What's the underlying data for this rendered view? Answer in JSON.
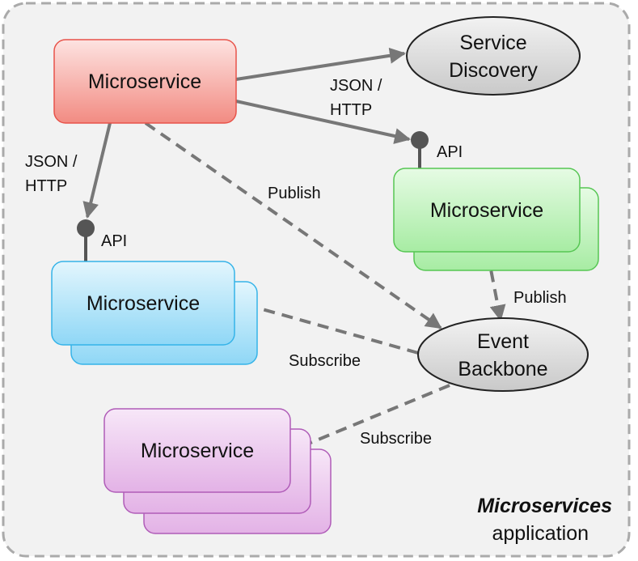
{
  "colors": {
    "red_fill_top": "#fde3e1",
    "red_fill_bottom": "#f28b82",
    "red_stroke": "#e8534a",
    "green_fill_top": "#e6fbe4",
    "green_fill_bottom": "#a7eca3",
    "green_stroke": "#56c653",
    "blue_fill_top": "#e3f6fd",
    "blue_fill_bottom": "#8fd7f6",
    "blue_stroke": "#35b3e8",
    "purple_fill_top": "#f7e7f8",
    "purple_fill_bottom": "#e3b2e6",
    "purple_stroke": "#b05cb8",
    "ellipse_fill": "#d9d9d9",
    "ellipse_stroke": "#222222",
    "arrow": "#777777",
    "api_dot": "#555555",
    "border": "#aaaaaa",
    "background": "#f2f2f2"
  },
  "nodes": {
    "microservice_main": {
      "label": "Microservice"
    },
    "microservice_green": {
      "label": "Microservice"
    },
    "microservice_blue": {
      "label": "Microservice"
    },
    "microservice_purple": {
      "label": "Microservice"
    },
    "service_discovery": {
      "line1": "Service",
      "line2": "Discovery"
    },
    "event_backbone": {
      "line1": "Event",
      "line2": "Backbone"
    }
  },
  "api_labels": {
    "green": "API",
    "blue": "API"
  },
  "edge_labels": {
    "json_http_right_line1": "JSON /",
    "json_http_right_line2": "HTTP",
    "json_http_left_line1": "JSON /",
    "json_http_left_line2": "HTTP",
    "publish_main": "Publish",
    "publish_green": "Publish",
    "subscribe_blue": "Subscribe",
    "subscribe_purple": "Subscribe"
  },
  "caption": {
    "title": "Microservices",
    "subtitle": "application"
  }
}
